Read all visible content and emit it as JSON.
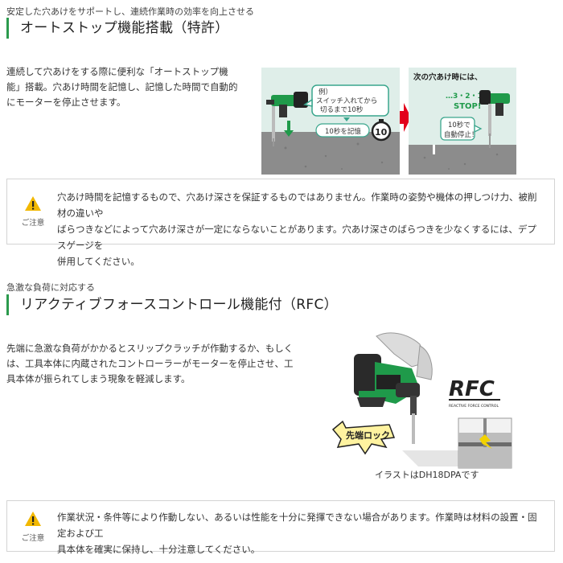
{
  "autostop": {
    "subtitle": "安定した穴あけをサポートし、連続作業時の効率を向上させる",
    "title": "オートストップ機能搭載（特許）",
    "body": [
      "連続して穴あけをする際に便利な「オートストップ機",
      "能」搭載。穴あけ時間を記憶し、記憶した時間で自動的",
      "にモーターを停止させます。"
    ],
    "diagram": {
      "left_bubble": [
        "例）",
        "スイッチ入れてから",
        "切るまで10秒"
      ],
      "left_pill": "10秒を記憶",
      "timer_value": "10",
      "right_heading": "次の穴あけ時には、",
      "countdown": [
        "…3・2・1",
        "STOP!"
      ],
      "right_bubble": [
        "10秒で",
        "自動停止！"
      ]
    },
    "notice": {
      "label": "ご注意",
      "lines": [
        "穴あけ時間を記憶するもので、穴あけ深さを保証するものではありません。作業時の姿勢や機体の押しつけ力、被削材の違いや",
        "ばらつきなどによって穴あけ深さが一定にならないことがあります。穴あけ深さのばらつきを少なくするには、デプスゲージを",
        "併用してください。"
      ]
    }
  },
  "rfc": {
    "subtitle": "急激な負荷に対応する",
    "title": "リアクティブフォースコントロール機能付（RFC）",
    "body": [
      "先端に急激な負荷がかかるとスリップクラッチが作動するか、もしく",
      "は、工具本体に内蔵されたコントローラーがモーターを停止させ、工",
      "具本体が振られてしまう現象を軽減します。"
    ],
    "logo_text": "RFC",
    "logo_sub": "REACTIVE FORCE CONTROL",
    "lock_label": "先端ロック",
    "caption": "イラストはDH18DPAです",
    "notice": {
      "label": "ご注意",
      "lines": [
        "作業状況・条件等により作動しない、あるいは性能を十分に発揮できない場合があります。作業時は材料の設置・固定および工",
        "具本体を確実に保持し、十分注意してください。"
      ]
    }
  },
  "colors": {
    "accent": "#2b9a4d",
    "tool_green": "#1f9a4a",
    "arrow_red": "#e3001b",
    "warning_yellow": "#f2b800",
    "pill_teal": "#3aa68d"
  }
}
